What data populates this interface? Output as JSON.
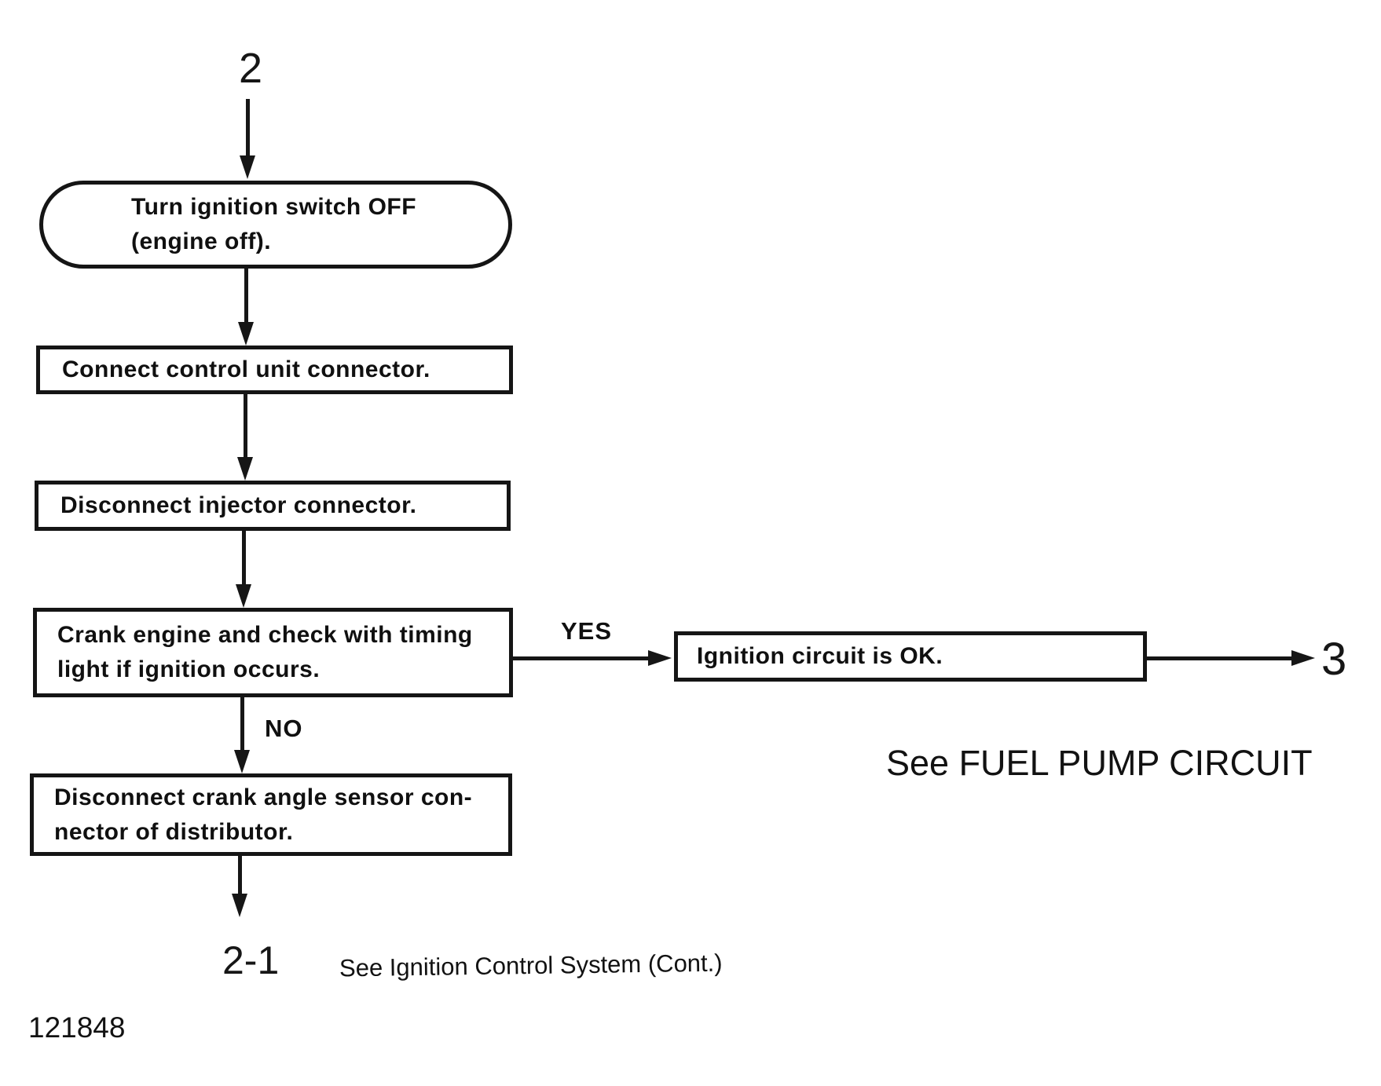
{
  "figure_number": "121848",
  "connectors": {
    "entry": "2",
    "exit_right": "3",
    "exit_bottom": "2-1"
  },
  "branch_labels": {
    "yes": "YES",
    "no": "NO"
  },
  "notes": {
    "fuel_pump_circuit": "See FUEL PUMP CIRCUIT",
    "ignition_control_cont": "See Ignition Control System (Cont.)"
  },
  "nodes": [
    {
      "id": "turn-ignition-off",
      "type": "terminator",
      "lines": [
        "Turn ignition switch OFF",
        "(engine off)."
      ]
    },
    {
      "id": "connect-control-unit",
      "type": "process",
      "lines": [
        "Connect control unit connector."
      ]
    },
    {
      "id": "disconnect-injector",
      "type": "process",
      "lines": [
        "Disconnect injector connector."
      ]
    },
    {
      "id": "crank-engine-check-timing",
      "type": "process",
      "lines": [
        "Crank engine and check with timing",
        "light if ignition occurs."
      ]
    },
    {
      "id": "ignition-circuit-ok",
      "type": "process",
      "lines": [
        "Ignition circuit is OK."
      ]
    },
    {
      "id": "disconnect-crank-angle-sensor",
      "type": "process",
      "lines": [
        "Disconnect crank angle sensor con-",
        "nector of distributor."
      ]
    }
  ],
  "colors": {
    "ink": "#141414",
    "background": "#ffffff"
  }
}
